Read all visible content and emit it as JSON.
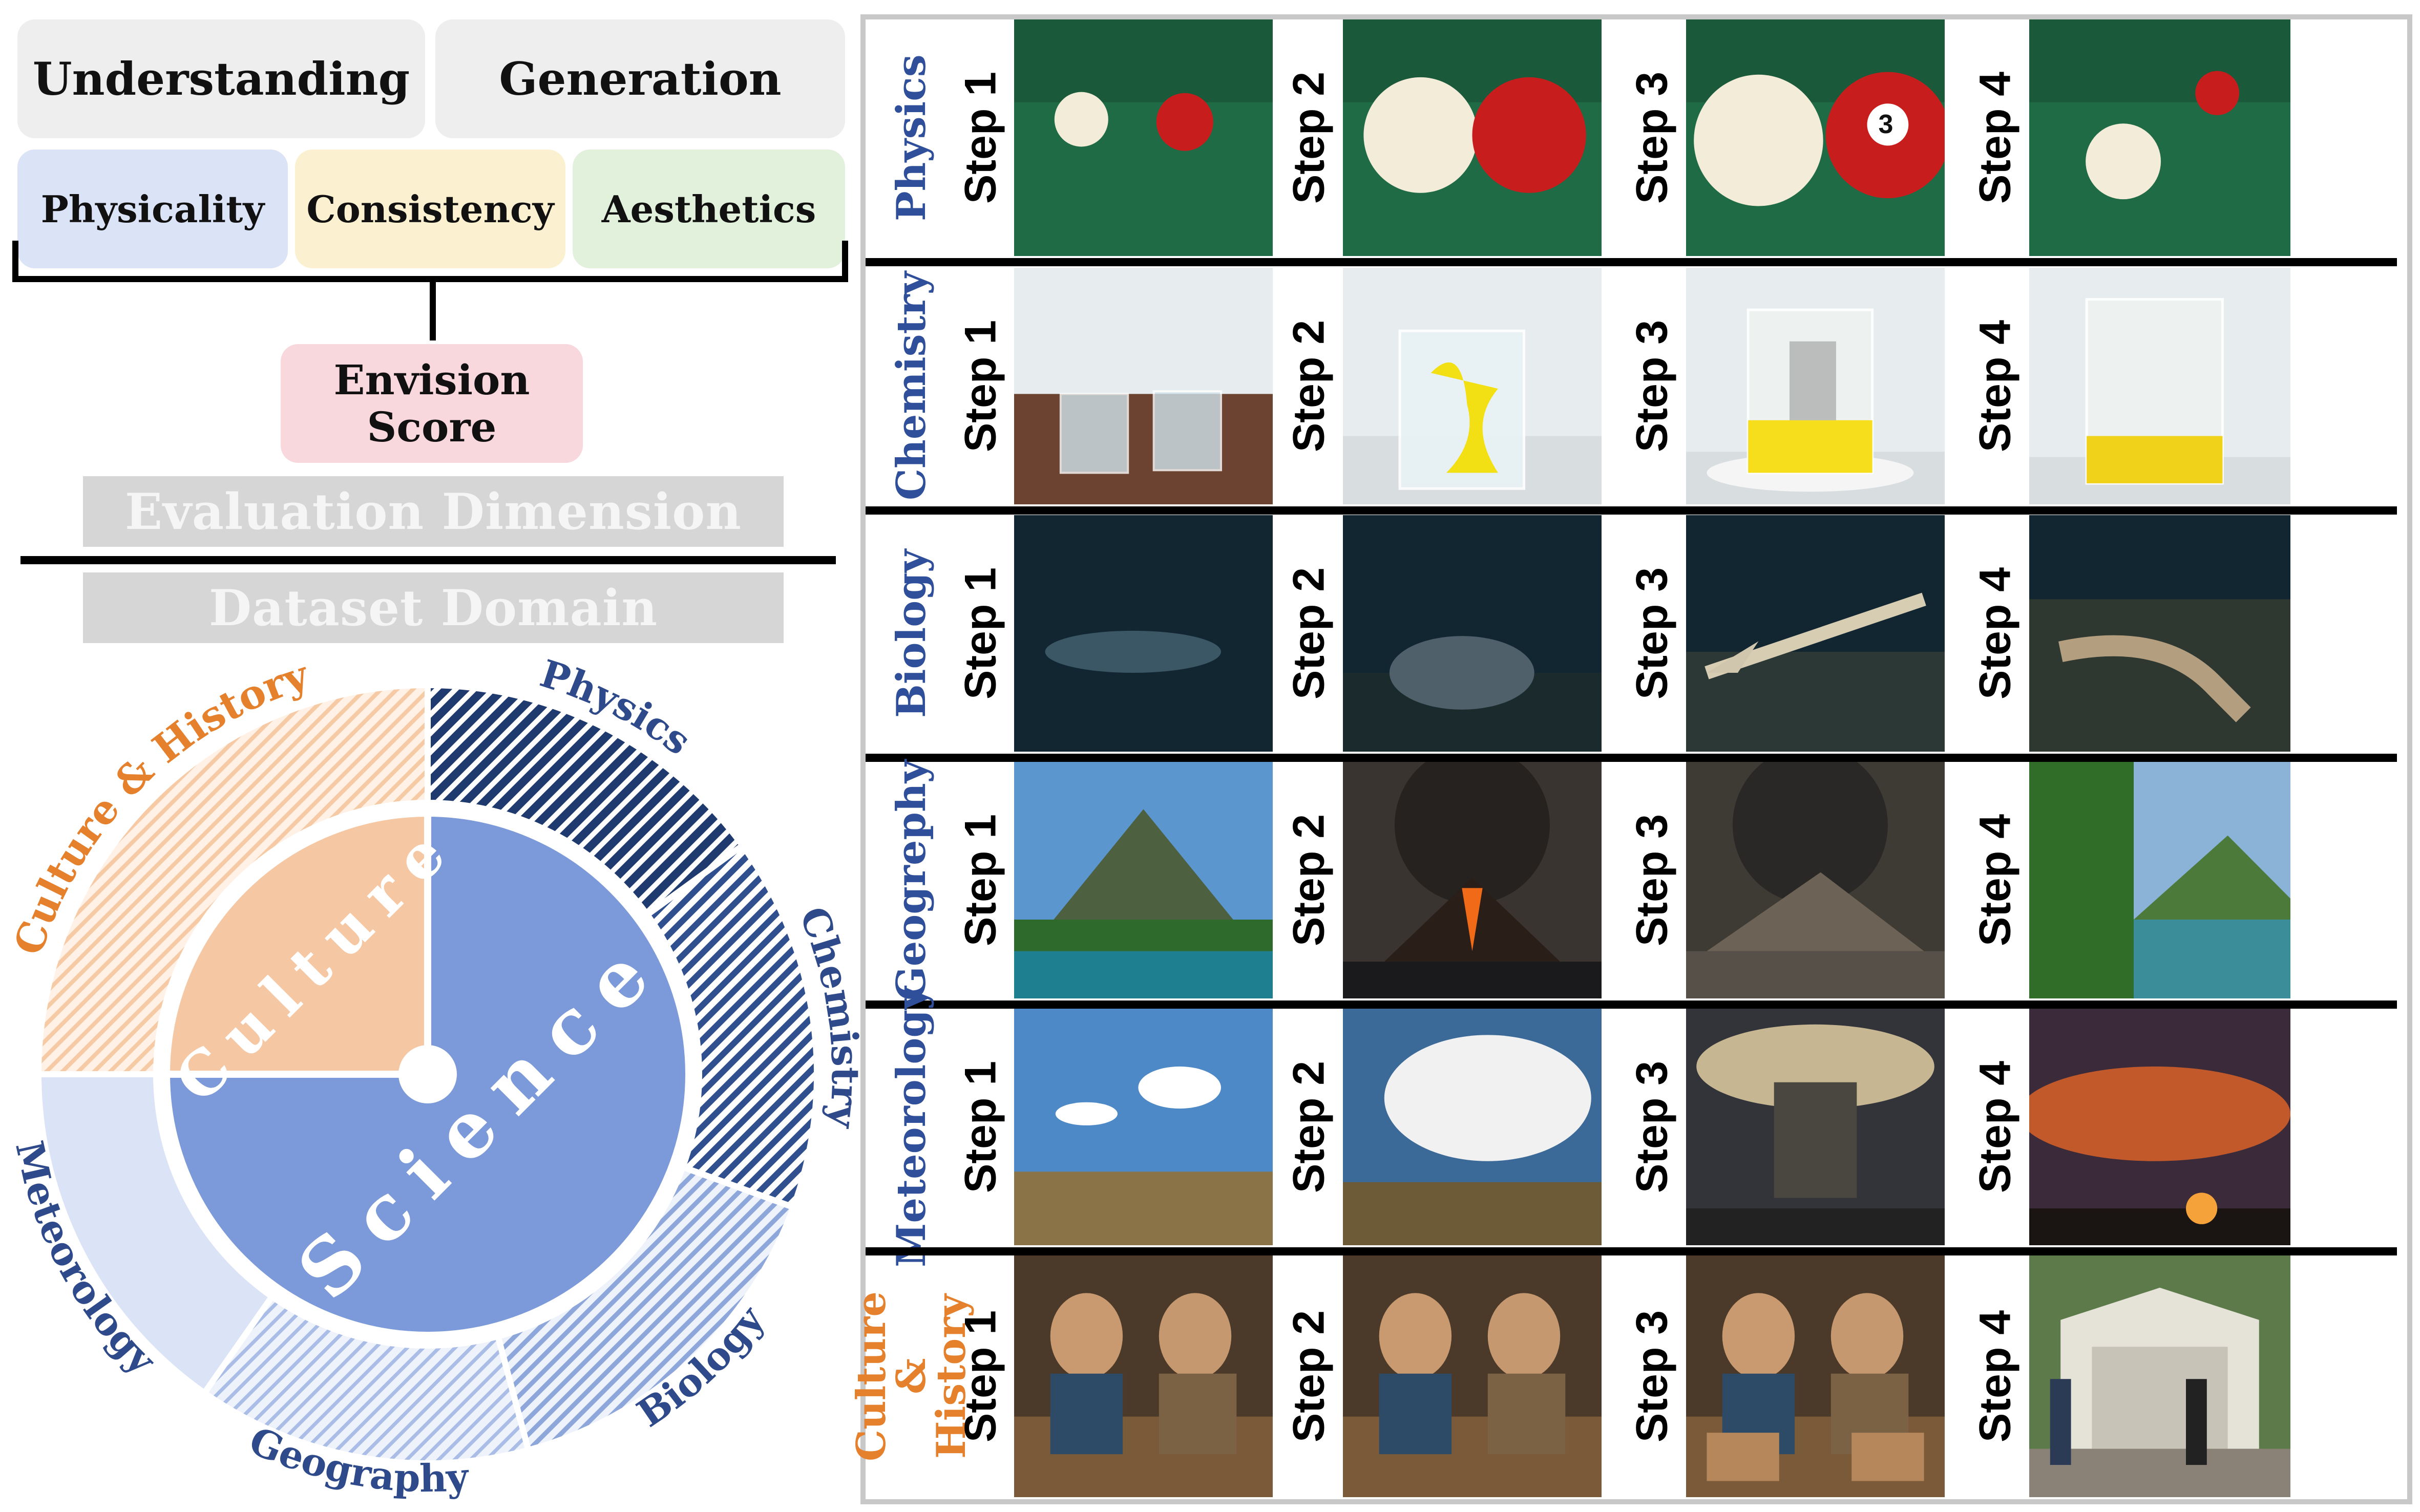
{
  "dimensions": {
    "understanding": "Understanding",
    "generation": "Generation",
    "physicality": "Physicality",
    "consistency": "Consistency",
    "aesthetics": "Aesthetics",
    "envision_score_line1": "Envision",
    "envision_score_line2": "Score"
  },
  "section_labels": {
    "evaluation_dimension": "Evaluation Dimension",
    "dataset_domain": "Dataset Domain"
  },
  "sunburst": {
    "inner": [
      {
        "label": "Science",
        "color": "#7c9ad9"
      },
      {
        "label": "Culture",
        "color": "#f5c7a3"
      }
    ],
    "outer": [
      {
        "label": "Physics",
        "color": "#1f3a6e"
      },
      {
        "label": "Chemistry",
        "color": "#2f4f8f"
      },
      {
        "label": "Biology",
        "color": "#8ea7db"
      },
      {
        "label": "Geography",
        "color": "#b6c6ea"
      },
      {
        "label": "Meteorology",
        "color": "#d7e1f6"
      },
      {
        "label": "Culture & History",
        "color": "#f6caa5"
      }
    ],
    "science_text_color": "#2f4a8a",
    "culture_text_color": "#e5802c"
  },
  "rows": [
    {
      "domain": "Physics",
      "domain_color": "#2f4f9a",
      "steps": [
        "Step 1",
        "Step 2",
        "Step 3",
        "Step 4"
      ],
      "scene": "physics"
    },
    {
      "domain": "Chemistry",
      "domain_color": "#2f4f9a",
      "steps": [
        "Step 1",
        "Step 2",
        "Step 3",
        "Step 4"
      ],
      "scene": "chemistry"
    },
    {
      "domain": "Biology",
      "domain_color": "#2f4f9a",
      "steps": [
        "Step 1",
        "Step 2",
        "Step 3",
        "Step 4"
      ],
      "scene": "biology"
    },
    {
      "domain": "Geogrephy",
      "domain_color": "#2f4f9a",
      "steps": [
        "Step 1",
        "Step 2",
        "Step 3",
        "Step 4"
      ],
      "scene": "geography"
    },
    {
      "domain": "Meteorology",
      "domain_color": "#2f4f9a",
      "steps": [
        "Step 1",
        "Step 2",
        "Step 3",
        "Step 4"
      ],
      "scene": "meteorology"
    },
    {
      "domain": "Culture\n&\nHistory",
      "domain_color": "#e5802c",
      "steps": [
        "Step 1",
        "Step 2",
        "Step 3",
        "Step 4"
      ],
      "scene": "culture"
    }
  ],
  "ball_number": "3"
}
